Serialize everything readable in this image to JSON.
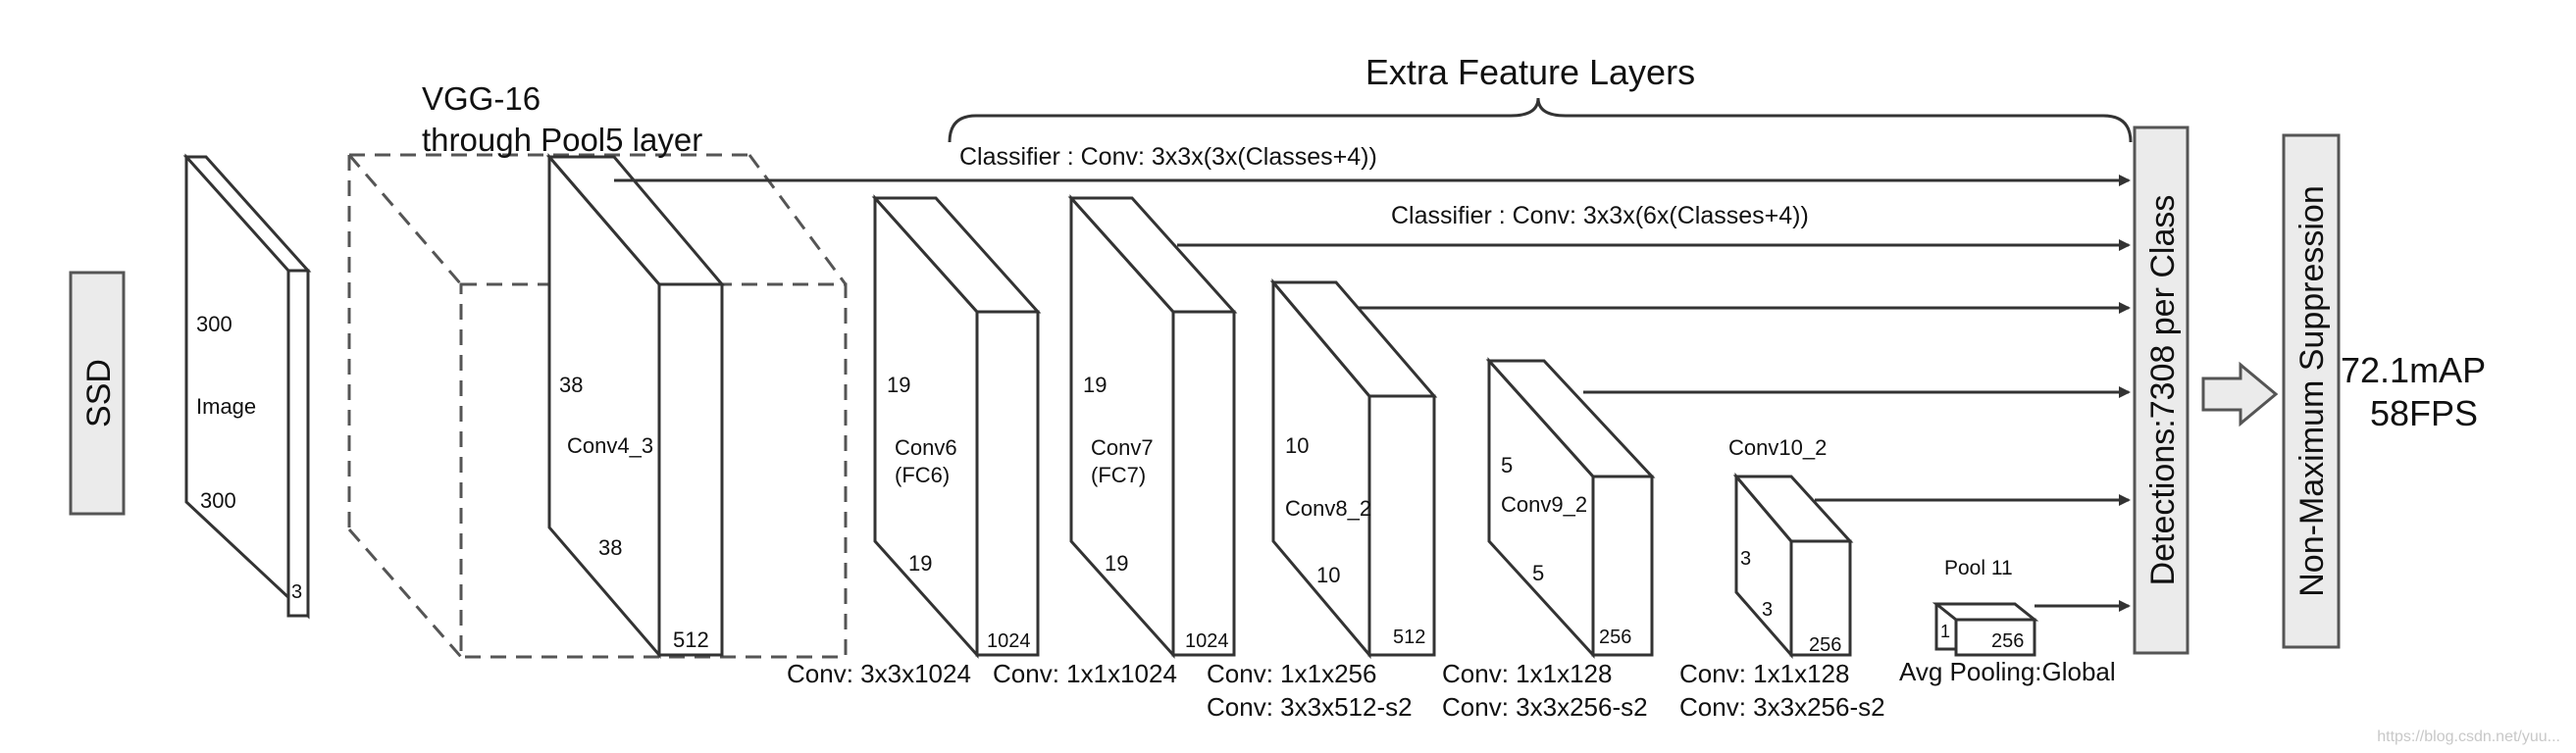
{
  "title": "Extra Feature Layers",
  "side_label": "SSD",
  "vgg": {
    "line1": "VGG-16",
    "line2": "through Pool5 layer"
  },
  "classifier_top": "Classifier : Conv: 3x3x(3x(Classes+4))",
  "classifier_mid": "Classifier : Conv: 3x3x(6x(Classes+4))",
  "detections": "Detections:7308  per Class",
  "nms": "Non-Maximum Suppression",
  "result": {
    "map": "72.1mAP",
    "fps": "58FPS"
  },
  "image_block": {
    "label": "Image",
    "h": "300",
    "w": "300",
    "c": "3"
  },
  "conv4": {
    "label": "Conv4_3",
    "h": "38",
    "w": "38",
    "c": "512"
  },
  "conv6": {
    "label1": "Conv6",
    "label2": "(FC6)",
    "h": "19",
    "w": "19",
    "c": "1024"
  },
  "conv7": {
    "label1": "Conv7",
    "label2": "(FC7)",
    "h": "19",
    "w": "19",
    "c": "1024"
  },
  "conv8": {
    "label": "Conv8_2",
    "h": "10",
    "w": "10",
    "c": "512"
  },
  "conv9": {
    "label": "Conv9_2",
    "h": "5",
    "w": "5",
    "c": "256"
  },
  "conv10": {
    "label": "Conv10_2",
    "h": "3",
    "w": "3",
    "c": "256"
  },
  "pool11": {
    "label": "Pool 11",
    "h": "1",
    "c": "256"
  },
  "ops": {
    "conv6": "Conv: 3x3x1024",
    "conv7": "Conv: 1x1x1024",
    "conv8_a": "Conv: 1x1x256",
    "conv8_b": "Conv:  3x3x512-s2",
    "conv9_a": "Conv: 1x1x128",
    "conv9_b": "Conv: 3x3x256-s2",
    "conv10_a": "Conv: 1x1x128",
    "conv10_b": "Conv: 3x3x256-s2",
    "pool": "Avg Pooling:Global"
  },
  "watermark": "https://blog.csdn.net/yuu..."
}
